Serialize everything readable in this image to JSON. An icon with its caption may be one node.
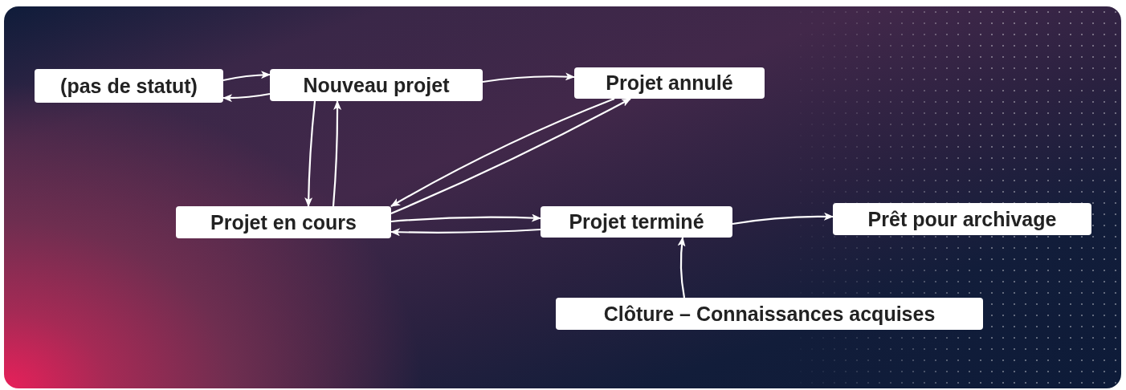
{
  "diagram": {
    "nodes": [
      {
        "text": [
          "(pas de statut)"
        ]
      },
      {
        "text": [
          "Nouveau projet"
        ]
      },
      {
        "text": [
          "Projet annulé"
        ]
      },
      {
        "text": [
          "Projet en cours"
        ]
      },
      {
        "text": [
          "Projet terminé"
        ]
      },
      {
        "text": [
          "Prêt pour archivage"
        ]
      },
      {
        "text": [
          "Clôture – Connaissances acquises"
        ]
      }
    ],
    "edges": [
      {
        "from": 0,
        "to": 1,
        "arrow": "to"
      },
      {
        "from": 1,
        "to": 0,
        "arrow": "to"
      },
      {
        "from": 1,
        "to": 2,
        "arrow": "to"
      },
      {
        "from": 1,
        "to": 3,
        "arrow": "to"
      },
      {
        "from": 3,
        "to": 1,
        "arrow": "to"
      },
      {
        "from": 2,
        "to": 3,
        "arrow": "to"
      },
      {
        "from": 3,
        "to": 2,
        "arrow": "to"
      },
      {
        "from": 3,
        "to": 4,
        "arrow": "to"
      },
      {
        "from": 4,
        "to": 3,
        "arrow": "to"
      },
      {
        "from": 4,
        "to": 5,
        "arrow": "to"
      },
      {
        "from": 6,
        "to": 4,
        "arrow": "to"
      }
    ]
  }
}
